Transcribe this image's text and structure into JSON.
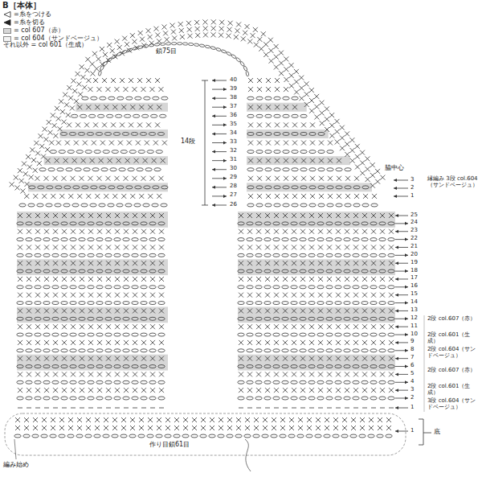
{
  "diagram": {
    "title": "B［本体］",
    "labels": [
      "それ以外 = col 601（生成）",
      "鎖75目",
      "14段",
      "脇中心",
      "40",
      "39",
      "38",
      "37",
      "36",
      "35",
      "34",
      "33",
      "32",
      "31",
      "30",
      "29",
      "28",
      "27",
      "26",
      "3",
      "2",
      "1",
      "縁編み 3段 col.604（サンドベージュ）",
      "25",
      "24",
      "23",
      "22",
      "21",
      "20",
      "19",
      "18",
      "17",
      "16",
      "15",
      "14",
      "13",
      "12",
      "11",
      "10",
      "9",
      "8",
      "7",
      "6",
      "5",
      "4",
      "3",
      "2",
      "1",
      "2段 col.607（赤）",
      "2段 col.601（生成）",
      "2段 col.604（サンドベージュ）",
      "2段 col.607（赤）",
      "2段 col.601（生成）",
      "3段 col.604（サンドベージュ）",
      "1",
      "底",
      "作り目鎖61目",
      "編み始め"
    ],
    "legend": [
      {
        "text": "=糸をつける"
      },
      {
        "text": "=糸を切る"
      },
      {
        "text": "= col 607（赤）",
        "color": "#d6d6d6"
      },
      {
        "text": "= col 604（サンドベージュ）",
        "color": "#f3f3f3"
      }
    ]
  }
}
